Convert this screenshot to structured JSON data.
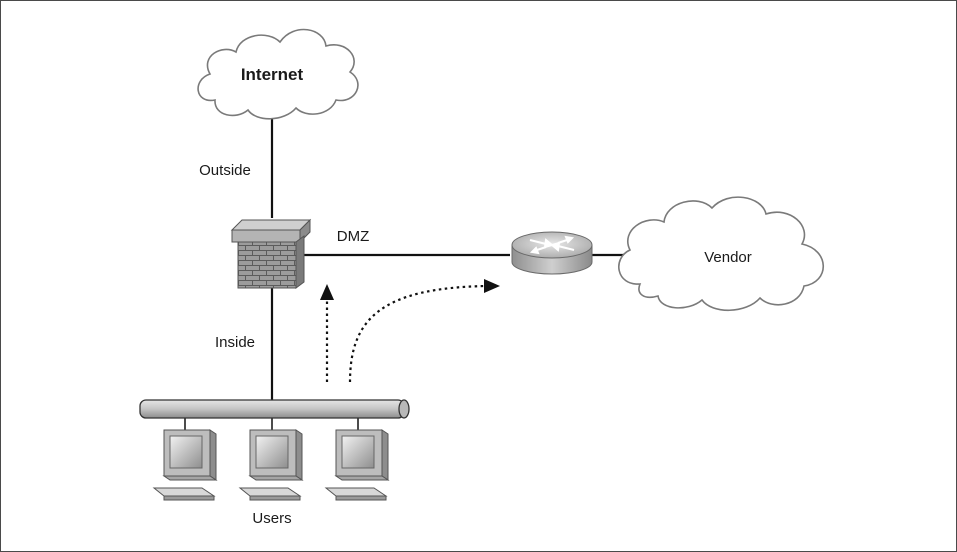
{
  "labels": {
    "internet": "Internet",
    "outside": "Outside",
    "dmz": "DMZ",
    "inside": "Inside",
    "vendor": "Vendor",
    "users": "Users"
  },
  "icons": {
    "firewall": "brick-firewall-icon",
    "router": "router-icon",
    "workstation": "computer-workstation-icon",
    "network": "ethernet-bus-icon"
  },
  "colors": {
    "line": "#111111",
    "cloud_stroke": "#7a7a7a",
    "bus_fill": "#c8c8c8",
    "router_fill": "#b9b9b9",
    "firewall_fill": "#9a9a9a"
  }
}
